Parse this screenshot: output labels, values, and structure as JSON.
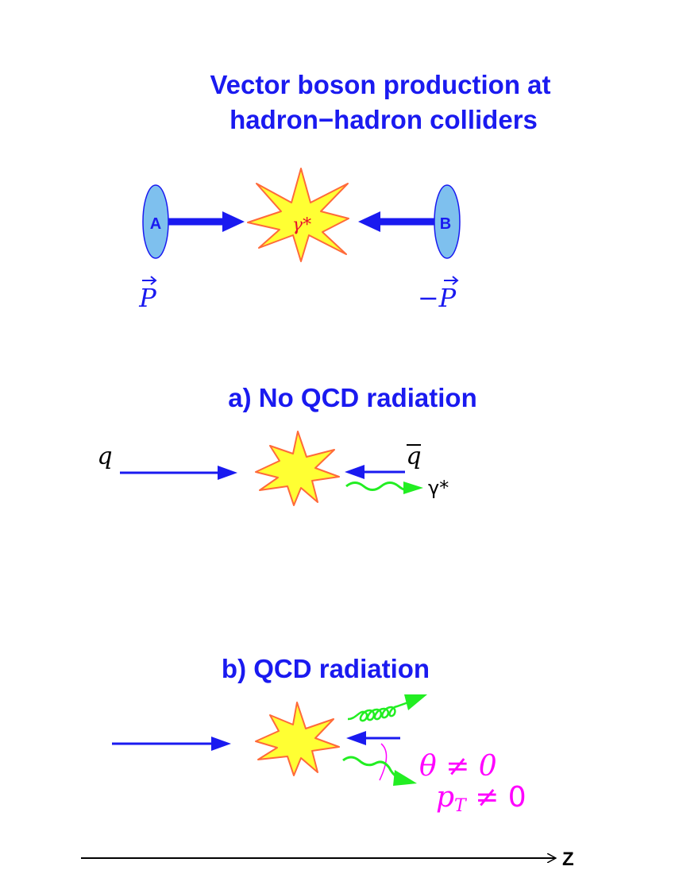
{
  "title": {
    "line1": "Vector boson production at",
    "line2": "hadron−hadron colliders"
  },
  "top": {
    "hadron_a": "A",
    "hadron_b": "B",
    "vertex_label": "γ*",
    "momentum_a": "P",
    "momentum_b": "−P"
  },
  "panel_a": {
    "title": "a) No QCD radiation",
    "quark": "q",
    "antiquark": "q",
    "photon": "γ*"
  },
  "panel_b": {
    "title": "b) QCD radiation",
    "angle": "θ ≠ 0",
    "pt_symbol": "p",
    "pt_subscript": "T",
    "pt_rest": " ≠ 0"
  },
  "axis": {
    "label": "Z"
  },
  "colors": {
    "title": "#1a1af0",
    "arrow": "#1a1af0",
    "hadron_fill": "#7ec0ee",
    "star_fill": "#ffff33",
    "star_stroke": "#ff6a3a",
    "vertex_label": "#e8102a",
    "gluon": "#22ee22",
    "annotation": "#ff00ff"
  }
}
